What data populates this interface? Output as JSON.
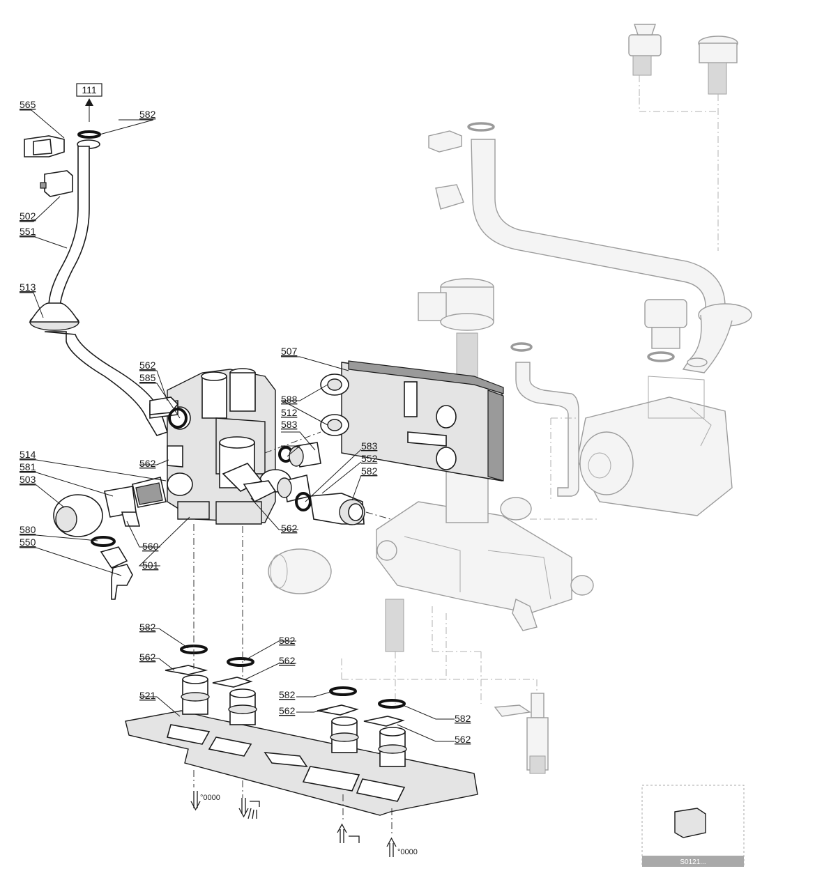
{
  "diagram": {
    "boxed_reference": "111",
    "labels": [
      "565",
      "582",
      "502",
      "551",
      "513",
      "562",
      "585",
      "514",
      "581",
      "503",
      "562",
      "560",
      "580",
      "550",
      "501",
      "507",
      "588",
      "512",
      "583",
      "583",
      "552",
      "582",
      "562",
      "582",
      "582",
      "562",
      "562",
      "521",
      "582",
      "562",
      "582",
      "562"
    ],
    "inset_caption": "S0121..."
  }
}
